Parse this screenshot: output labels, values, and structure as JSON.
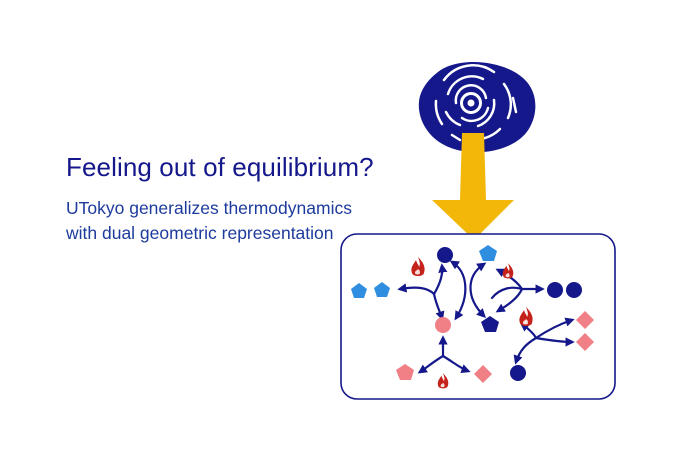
{
  "headline": "Feeling out of equilibrium?",
  "subtitle": {
    "line1": "UTokyo generalizes thermodynamics",
    "line2": "with dual geometric representation"
  },
  "colors": {
    "navy": "#14188a",
    "blue": "#2f8ee0",
    "pink": "#f07f86",
    "flame": "#c4221a",
    "arrow": "#f2b708",
    "cell_ring": "#1e5bbf"
  }
}
